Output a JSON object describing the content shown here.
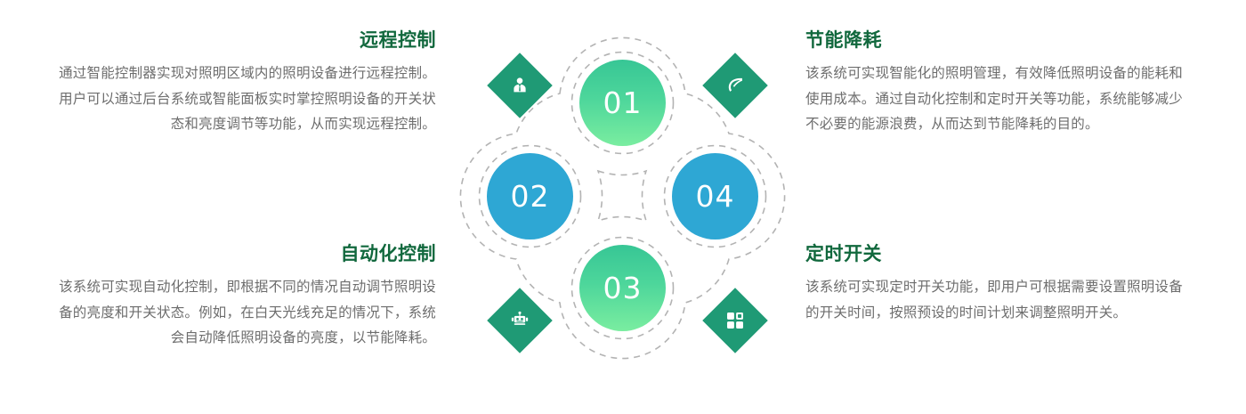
{
  "theme": {
    "background": "#ffffff",
    "title_color": "#11683d",
    "body_color": "#6d6d6d",
    "green_circle_from": "#37c695",
    "green_circle_to": "#7aeda0",
    "blue_circle": "#2ea7d4",
    "diamond_color": "#1f9a75",
    "dashed_line_color": "#b3b3b3",
    "number_color": "#ffffff"
  },
  "diagram": {
    "nodes": [
      {
        "id": "01",
        "number": "01",
        "position": "top",
        "color_style": "green-gradient"
      },
      {
        "id": "02",
        "number": "02",
        "position": "left",
        "color_style": "blue-solid"
      },
      {
        "id": "03",
        "number": "03",
        "position": "bottom",
        "color_style": "green-gradient"
      },
      {
        "id": "04",
        "number": "04",
        "position": "right",
        "color_style": "blue-solid"
      }
    ],
    "icons": [
      {
        "slot": "top-left",
        "name": "user-manager-icon"
      },
      {
        "slot": "top-right",
        "name": "leaf-icon"
      },
      {
        "slot": "bottom-left",
        "name": "robot-icon"
      },
      {
        "slot": "bottom-right",
        "name": "grid-squares-icon"
      }
    ]
  },
  "panels": {
    "remote_control": {
      "number": "01",
      "title": "远程控制",
      "body": "通过智能控制器实现对照明区域内的照明设备进行远程控制。用户可以通过后台系统或智能面板实时掌控照明设备的开关状态和亮度调节等功能，从而实现远程控制。"
    },
    "energy_saving": {
      "number": "02",
      "title": "节能降耗",
      "body": "该系统可实现智能化的照明管理，有效降低照明设备的能耗和使用成本。通过自动化控制和定时开关等功能，系统能够减少不必要的能源浪费，从而达到节能降耗的目的。"
    },
    "automation_control": {
      "number": "03",
      "title": "自动化控制",
      "body": "该系统可实现自动化控制，即根据不同的情况自动调节照明设备的亮度和开关状态。例如，在白天光线充足的情况下，系统会自动降低照明设备的亮度，以节能降耗。"
    },
    "timed_switch": {
      "number": "04",
      "title": "定时开关",
      "body": "该系统可实现定时开关功能，即用户可根据需要设置照明设备的开关时间，按照预设的时间计划来调整照明开关。"
    }
  }
}
